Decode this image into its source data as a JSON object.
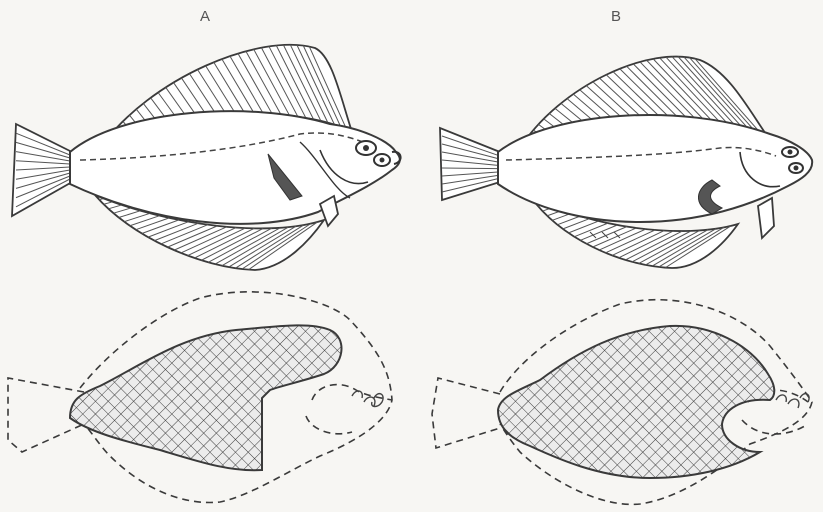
{
  "panels": [
    {
      "id": "a",
      "label": "A"
    },
    {
      "id": "b",
      "label": "B"
    }
  ]
}
